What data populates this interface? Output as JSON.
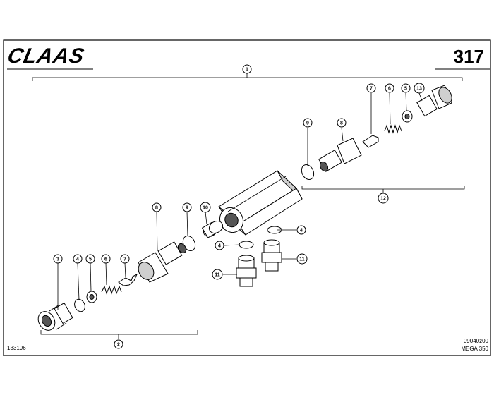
{
  "brand": "CLAAS",
  "page_number": "317",
  "drawing_id": "133196",
  "doc_code": "09040z00",
  "model": "MEGA 350",
  "callouts": {
    "c1": "1",
    "c2": "2",
    "c3": "3",
    "c4a": "4",
    "c4b": "4",
    "c4c": "4",
    "c5a": "5",
    "c5b": "5",
    "c6a": "6",
    "c6b": "6",
    "c7a": "7",
    "c7b": "7",
    "c8a": "8",
    "c8b": "8",
    "c9a": "9",
    "c9b": "9",
    "c10": "10",
    "c11a": "11",
    "c11b": "11",
    "c12": "12",
    "c13": "13"
  }
}
